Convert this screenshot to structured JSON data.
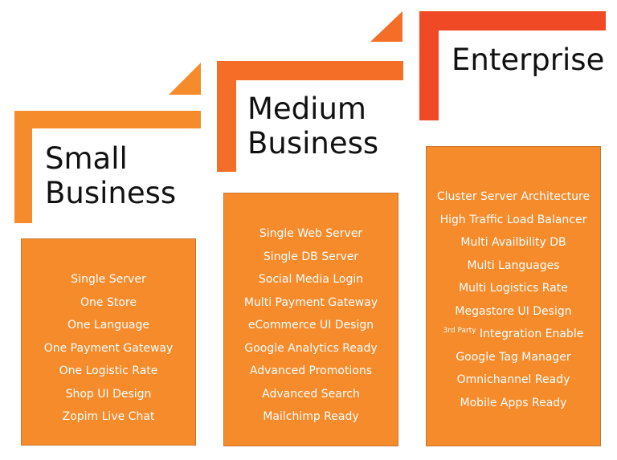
{
  "colors": {
    "small": "#f68b2c",
    "medium": "#f46e27",
    "enterprise": "#ef4a25",
    "box": "#f68b2c",
    "text": "#ffffff",
    "title": "#111111"
  },
  "tiers": [
    {
      "id": "small",
      "title_lines": [
        "Small",
        "Business"
      ],
      "features": [
        {
          "text": "Single Server"
        },
        {
          "text": "One Store"
        },
        {
          "text": "One Language"
        },
        {
          "text": "One Payment Gateway"
        },
        {
          "text": "One Logistic Rate"
        },
        {
          "text": "Shop UI Design"
        },
        {
          "text": "Zopim Live Chat"
        }
      ]
    },
    {
      "id": "medium",
      "title_lines": [
        "Medium",
        "Business"
      ],
      "features": [
        {
          "text": "Single Web Server"
        },
        {
          "text": "Single DB Server"
        },
        {
          "text": "Social Media Login"
        },
        {
          "text": "Multi Payment Gateway"
        },
        {
          "text": "eCommerce UI Design"
        },
        {
          "text": "Google Analytics Ready"
        },
        {
          "text": "Advanced Promotions"
        },
        {
          "text": "Advanced Search"
        },
        {
          "text": "Mailchimp Ready"
        }
      ]
    },
    {
      "id": "enterprise",
      "title_lines": [
        "Enterprise"
      ],
      "features": [
        {
          "text": "Cluster Server Architecture"
        },
        {
          "text": "High Traffic Load Balancer"
        },
        {
          "text": "Multi Availbility DB"
        },
        {
          "text": "Multi Languages"
        },
        {
          "text": "Multi Logistics Rate"
        },
        {
          "text": "Megastore UI Design"
        },
        {
          "sup": "3rd Party",
          "text": " Integration Enable"
        },
        {
          "text": "Google Tag Manager"
        },
        {
          "text": "Omnichannel Ready"
        },
        {
          "text": "Mobile Apps Ready"
        }
      ]
    }
  ]
}
